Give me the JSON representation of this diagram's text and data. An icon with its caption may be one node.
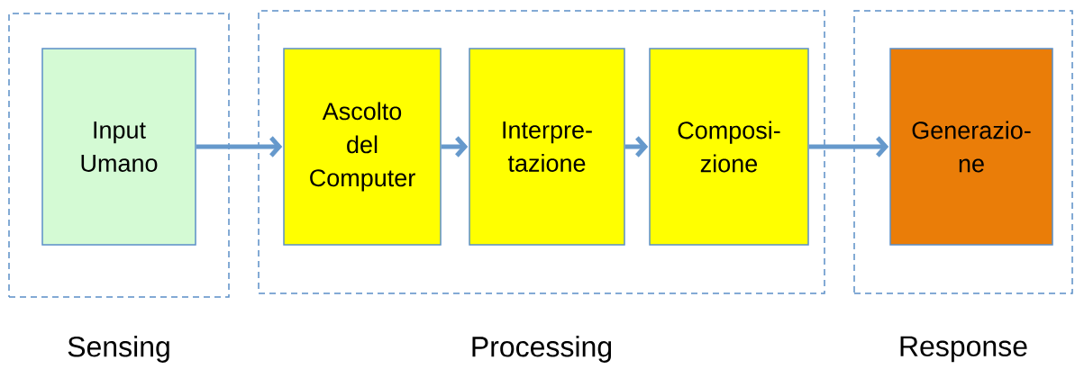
{
  "diagram": {
    "nodes": [
      {
        "text": [
          "Sensing"
        ]
      },
      {
        "text": [
          "Input Umano"
        ],
        "in": 0
      },
      {
        "text": [
          "Processing"
        ]
      },
      {
        "text": [
          "Ascolto del Computer"
        ],
        "in": 2
      },
      {
        "text": [
          "Interpre- tazione"
        ],
        "in": 2
      },
      {
        "text": [
          "Composi- zione"
        ],
        "in": 2
      },
      {
        "text": [
          "Response"
        ]
      },
      {
        "text": [
          "Generazio- ne"
        ],
        "in": 6
      }
    ],
    "edges": [
      {
        "from": 1,
        "to": 3,
        "arrow": "to"
      },
      {
        "from": 3,
        "to": 4,
        "arrow": "to"
      },
      {
        "from": 4,
        "to": 5,
        "arrow": "to"
      },
      {
        "from": 5,
        "to": 7,
        "arrow": "to"
      }
    ]
  }
}
